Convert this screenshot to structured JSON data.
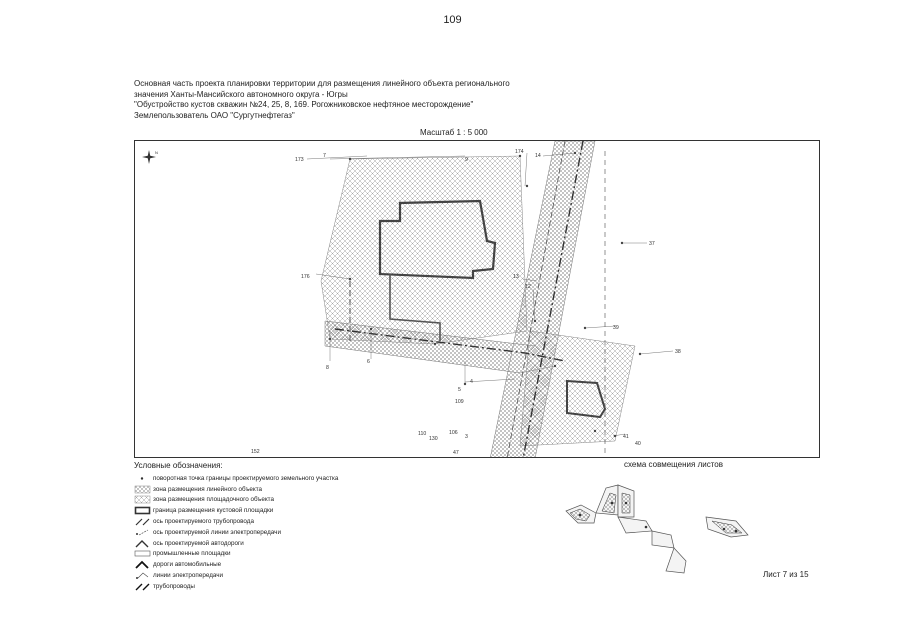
{
  "page_number": "109",
  "header": {
    "line1": "Основная часть проекта планировки территории для размещения линейного объекта регионального",
    "line2": "значения Ханты-Мансийского автономного округа - Югры",
    "line3": "\"Обустройство кустов скважин №24, 25, 8, 169. Рогожниковское нефтяное месторождение\"",
    "line4": "Землепользователь ОАО \"Сургутнефтегаз\""
  },
  "scale": "Масштаб 1 : 5 000",
  "map_labels": [
    "173",
    "7",
    "9",
    "174",
    "14",
    "37",
    "176",
    "13",
    "12",
    "39",
    "38",
    "8",
    "6",
    "5",
    "4",
    "109",
    "110",
    "130",
    "106",
    "3",
    "47",
    "41",
    "40",
    "152"
  ],
  "legend": {
    "title": "Условные обозначения:",
    "items": [
      "поворотная точка границы проектируемого земельного участка",
      "зона размещения линейного объекта",
      "зона размещения площадочного объекта",
      "граница размещения кустовой площадки",
      "ось проектируемого трубопровода",
      "ось проектируемой линии электропередачи",
      "ось проектируемой автодороги",
      "промышленные площадки",
      "дороги автомобильные",
      "линии электропередачи",
      "трубопроводы"
    ]
  },
  "scheme_title": "схема совмещения листов",
  "sheet": "Лист 7 из 15"
}
